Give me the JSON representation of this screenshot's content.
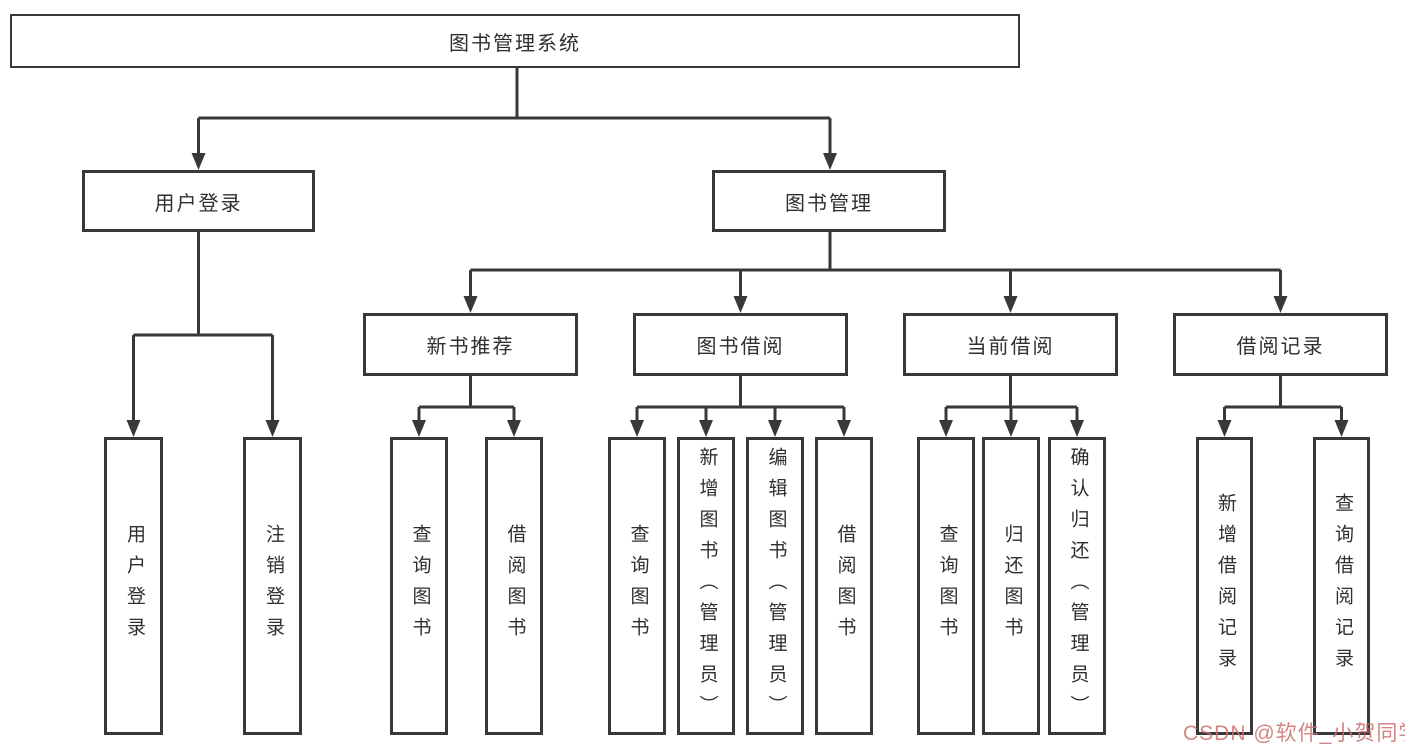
{
  "diagram": {
    "root": {
      "label": "图书管理系统"
    },
    "branches": [
      {
        "label": "用户登录",
        "leaves": [
          "用户登录",
          "注销登录"
        ]
      },
      {
        "label": "图书管理",
        "groups": [
          {
            "label": "新书推荐",
            "leaves": [
              "查询图书",
              "借阅图书"
            ]
          },
          {
            "label": "图书借阅",
            "leaves": [
              "查询图书",
              "新增图书（管理员）",
              "编辑图书（管理员）",
              "借阅图书"
            ]
          },
          {
            "label": "当前借阅",
            "leaves": [
              "查询图书",
              "归还图书",
              "确认归还（管理员）"
            ]
          },
          {
            "label": "借阅记录",
            "leaves": [
              "新增借阅记录",
              "查询借阅记录"
            ]
          }
        ]
      }
    ]
  },
  "watermark": {
    "text": "CSDN @软件_小贺同学"
  },
  "colors": {
    "line": "#383838",
    "text": "#2f2f2f",
    "box_background": "#ffffff",
    "watermark": "#cb7070"
  }
}
